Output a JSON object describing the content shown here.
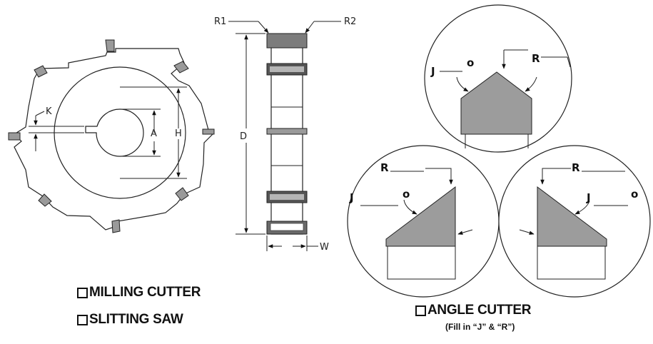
{
  "milling": {
    "labels": {
      "k": "K",
      "a": "A",
      "h": "H"
    }
  },
  "profile": {
    "labels": {
      "r1": "R1",
      "r2": "R2",
      "d": "D",
      "w": "W"
    }
  },
  "angle": {
    "top": {
      "j": "J",
      "deg": "o",
      "r": "R"
    },
    "left": {
      "j": "J",
      "deg": "o",
      "r": "R"
    },
    "right": {
      "j": "J",
      "deg": "o",
      "r": "R"
    }
  },
  "options": {
    "milling_cutter": "MILLING CUTTER",
    "slitting_saw": "SLITTING SAW",
    "angle_cutter": "ANGLE CUTTER",
    "angle_note": "(Fill in “J” & “R”)"
  }
}
